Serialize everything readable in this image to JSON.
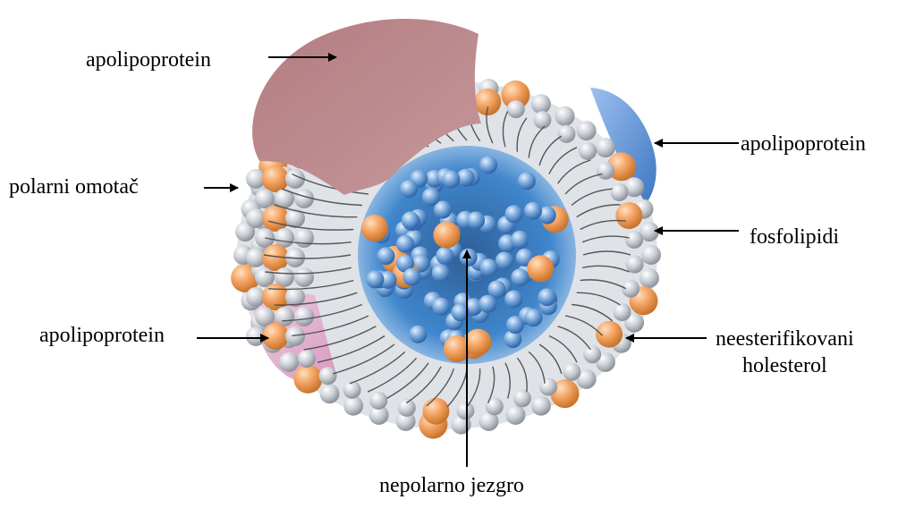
{
  "labels": {
    "apolipoprotein_top": "apolipoprotein",
    "apolipoprotein_right": "apolipoprotein",
    "apolipoprotein_left": "apolipoprotein",
    "polar_shell": "polarni omotač",
    "phospholipids": "fosfolipidi",
    "cholesterol_line1": "neesterifikovani",
    "cholesterol_line2": "holesterol",
    "nonpolar_core": "nepolarno jezgro"
  },
  "colors": {
    "apo_top": "#b47d82",
    "apo_right": "#5b8ed4",
    "apo_left": "#e6b3d0",
    "shell_sphere": "#c9cdd4",
    "cholesterol_sphere": "#f3a261",
    "core": "#3f86cc",
    "core_sphere": "#7aa9dc"
  }
}
